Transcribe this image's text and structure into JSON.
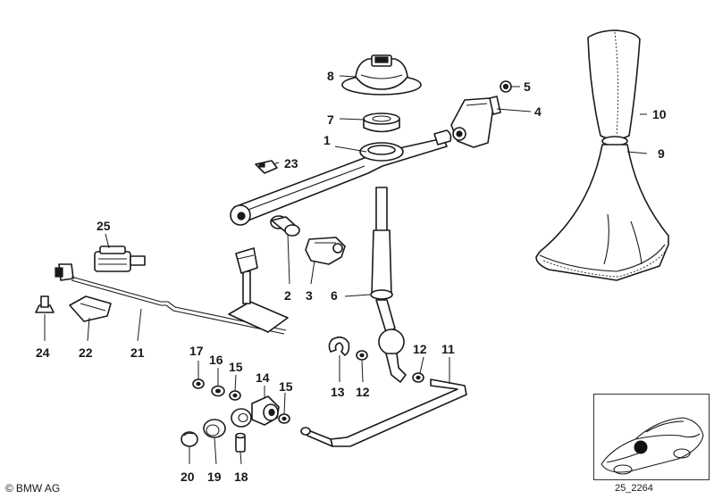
{
  "callouts": [
    "1",
    "2",
    "3",
    "4",
    "5",
    "6",
    "7",
    "8",
    "9",
    "10",
    "11",
    "12",
    "12",
    "13",
    "14",
    "15",
    "15",
    "16",
    "17",
    "18",
    "19",
    "20",
    "21",
    "22",
    "23",
    "24",
    "25"
  ],
  "copyright": "BMW AG",
  "copyright_symbol": "©",
  "reference_code": "25_2264",
  "icons": {
    "vehicle": "car-location-icon",
    "marker": "location-dot-icon"
  }
}
